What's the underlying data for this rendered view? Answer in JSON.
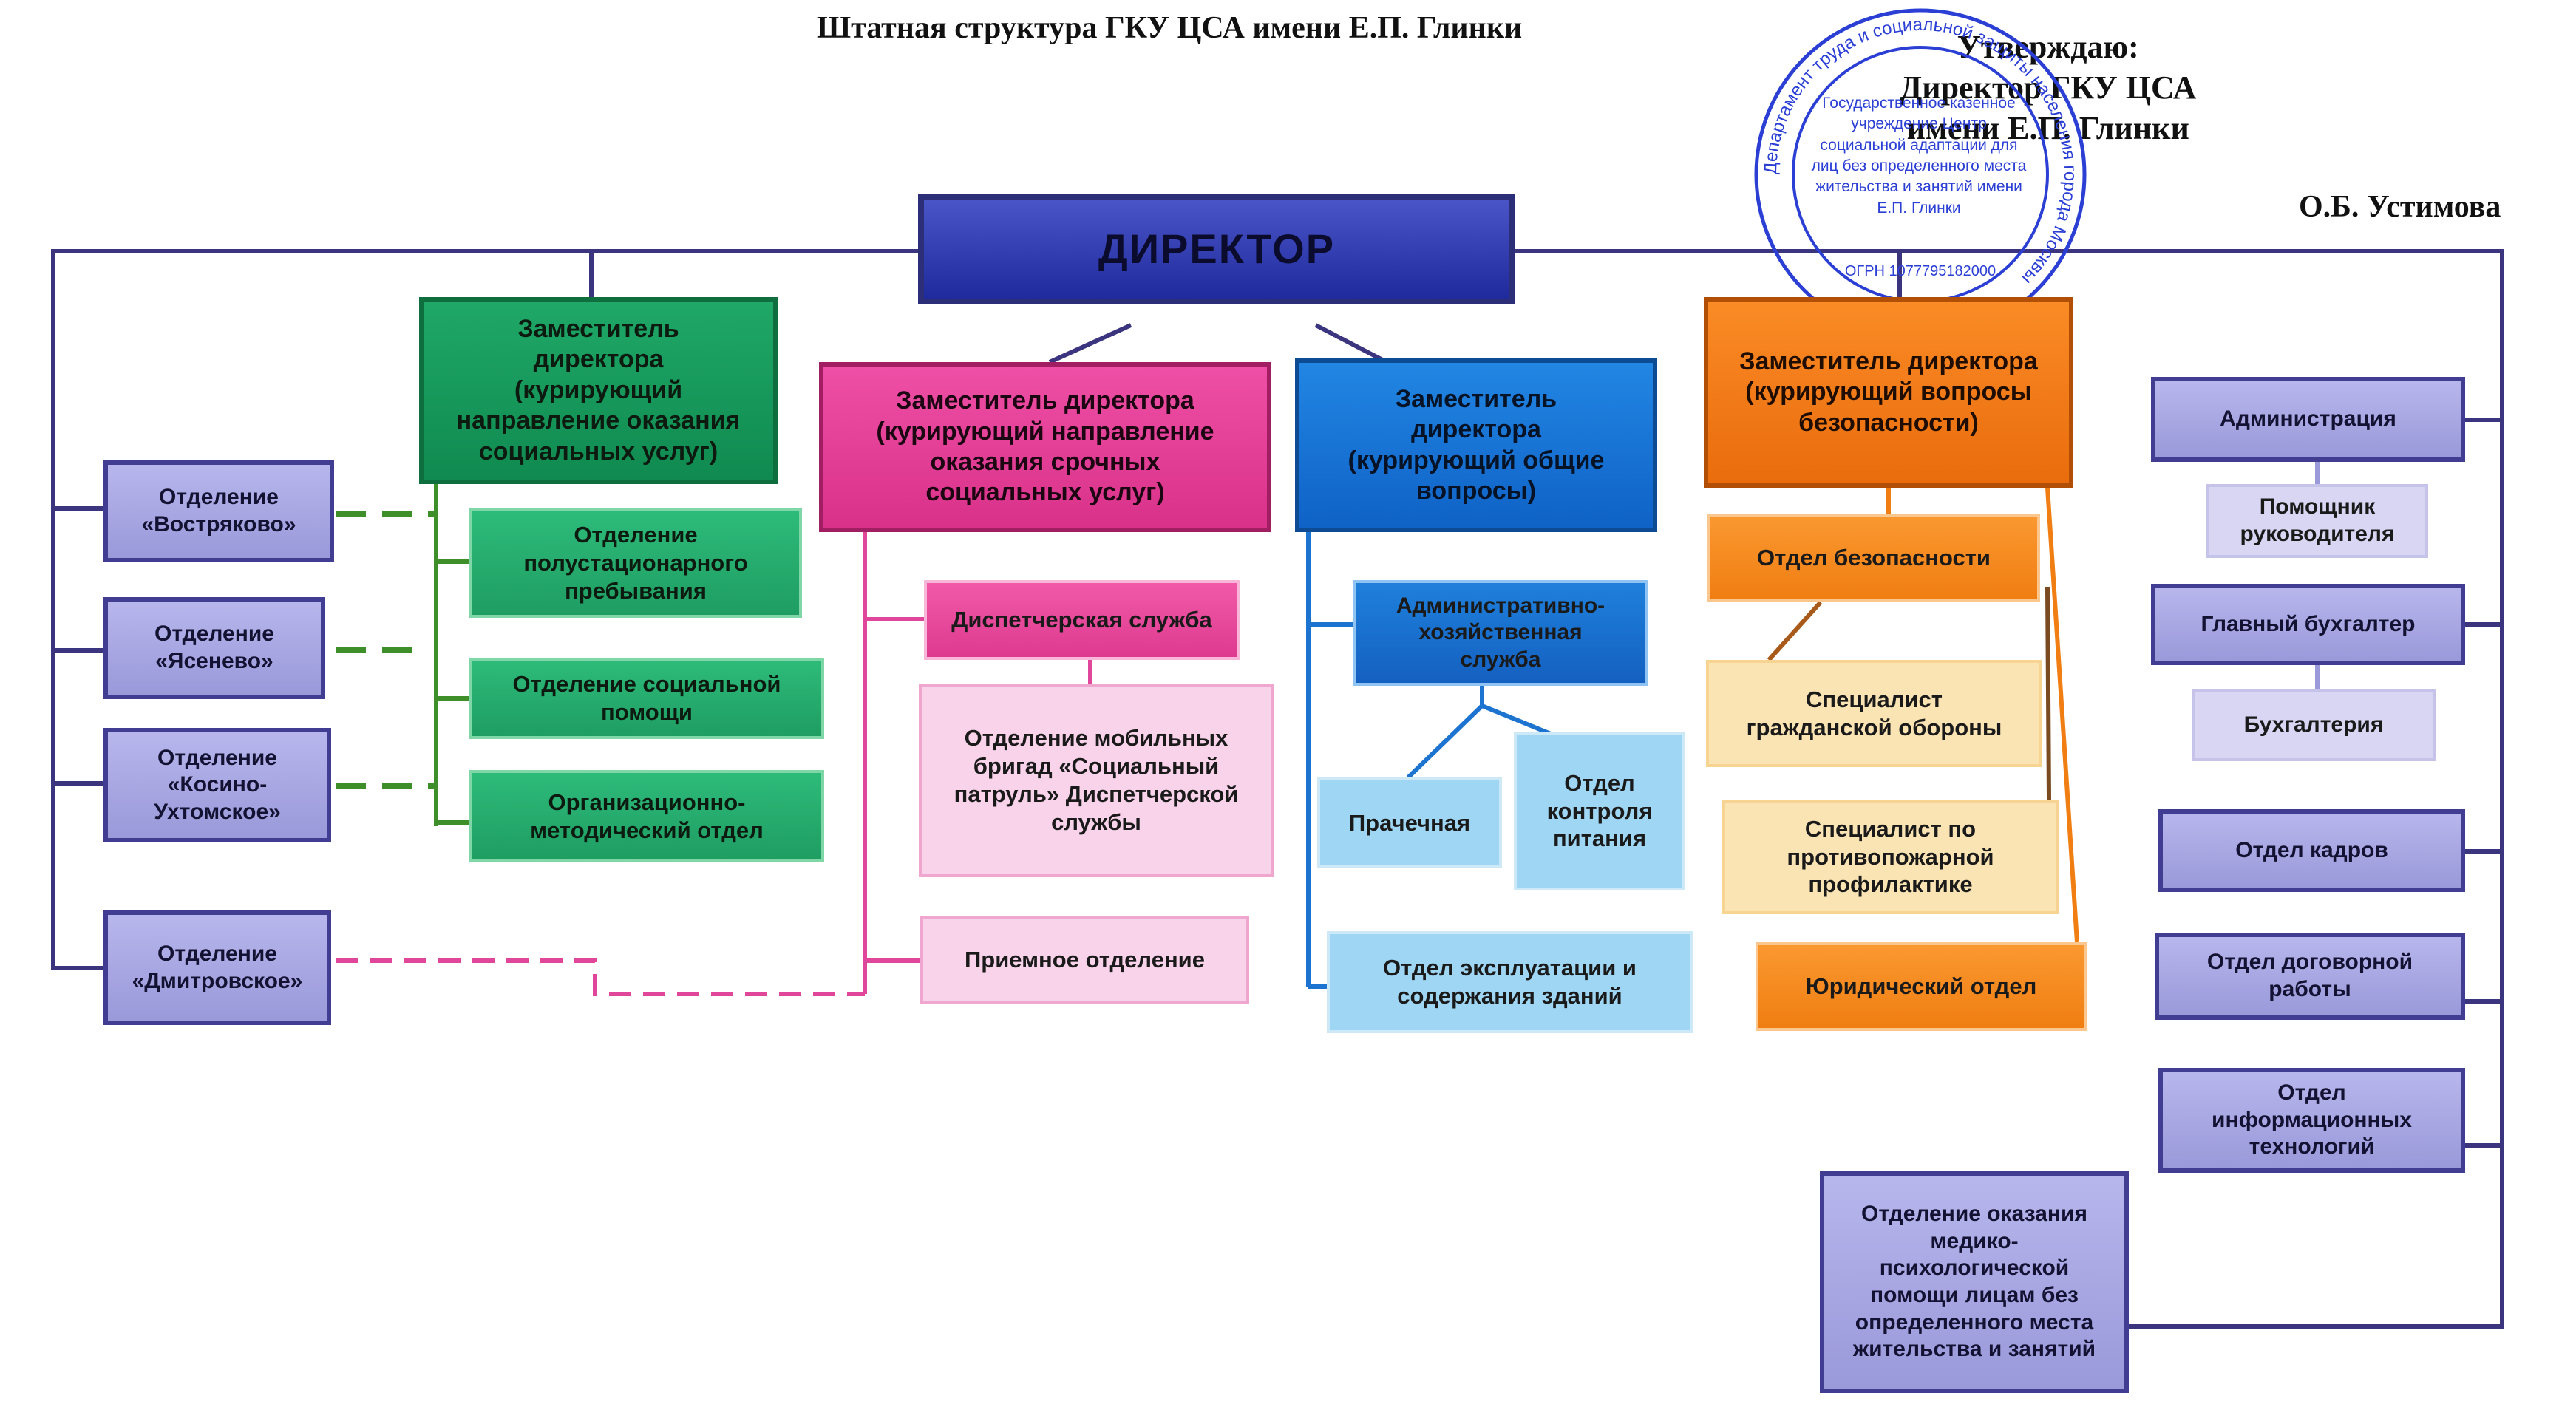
{
  "header": {
    "title": "Штатная структура ГКУ ЦСА имени Е.П. Глинки",
    "approval": "Утверждаю:\nДиректор ГКУ ЦСА\nимени Е.П. Глинки",
    "signatory": "О.Б. Устимова"
  },
  "stamp": {
    "outer_text": "Департамент труда и социальной защиты населения города Москвы",
    "inner_text": "Государственное казенное учреждение Центр социальной адаптации для лиц без определенного места жительства и занятий имени Е.П. Глинки",
    "code": "ОГРН 1077795182000",
    "color": "#2b3fd4"
  },
  "director": "ДИРЕКТОР",
  "branches": {
    "social_services": {
      "title": "Заместитель\nдиректора\n(курирующий\nнаправление оказания\nсоциальных услуг)",
      "units": [
        "Отделение\nполустационарного\nпребывания",
        "Отделение социальной\nпомощи",
        "Организационно-\nметодический отдел"
      ]
    },
    "urgent_services": {
      "title": "Заместитель директора\n(курирующий направление\nоказания срочных\nсоциальных услуг)",
      "dispatch": "Диспетчерская служба",
      "mobile": "Отделение мобильных\nбригад «Социальный\nпатруль» Диспетчерской\nслужбы",
      "reception": "Приемное отделение"
    },
    "general": {
      "title": "Заместитель\nдиректора\n(курирующий общие\nвопросы)",
      "aho": "Административно-\nхозяйственная\nслужба",
      "laundry": "Прачечная",
      "food": "Отдел\nконтроля\nпитания",
      "buildings": "Отдел эксплуатации и\nсодержания зданий"
    },
    "security": {
      "title": "Заместитель директора\n(курирующий вопросы\nбезопасности)",
      "units": [
        "Отдел безопасности",
        "Специалист\nгражданской обороны",
        "Специалист по\nпротивопожарной\nпрофилактике",
        "Юридический отдел"
      ]
    }
  },
  "left_units": [
    "Отделение\n«Востряково»",
    "Отделение\n«Ясенево»",
    "Отделение\n«Косино-\nУхтомское»",
    "Отделение\n«Дмитровское»"
  ],
  "right_units": {
    "administration": "Администрация",
    "assistant": "Помощник\nруководителя",
    "chief_accountant": "Главный бухгалтер",
    "accounting": "Бухгалтерия",
    "hr": "Отдел кадров",
    "contracts": "Отдел договорной\nработы",
    "it": "Отдел\nинформационных\nтехнологий",
    "medical": "Отделение оказания\nмедико-\nпсихологической\nпомощи лицам без\nопределенного места\nжительства и занятий"
  },
  "colors": {
    "frame": "#3b3580",
    "green": "#1f9d62",
    "green_line": "#3e8f2a",
    "pink": "#e0469a",
    "blue": "#1d74d0",
    "orange": "#f07e12",
    "brown": "#7a4a20",
    "violet": "#9a99da"
  }
}
